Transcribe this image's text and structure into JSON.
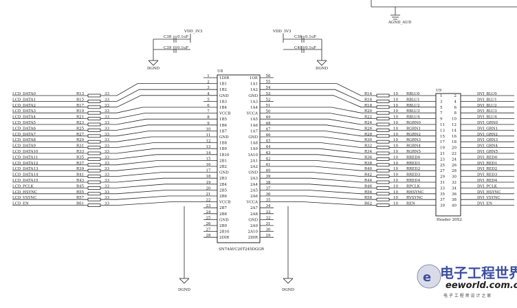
{
  "top_right": {
    "agnd_label": "AGND_AUD"
  },
  "caps": {
    "vdd_left": "VDD_3V3",
    "vdd_right": "VDD_3V3",
    "dgnd": "DGND",
    "c38": {
      "ref": "C38",
      "val": "0.1uF"
    },
    "c39": {
      "ref": "C39",
      "val": "0.1uF"
    },
    "c36": {
      "ref": "C36",
      "val": "0.1uF"
    },
    "c40": {
      "ref": "C40",
      "val": "0.1uF"
    }
  },
  "u8": {
    "ref": "U8",
    "part": "SN74AVC20T245DGGR",
    "left_pins": [
      {
        "num": "1",
        "name": "1DIR"
      },
      {
        "num": "2",
        "name": "1B1"
      },
      {
        "num": "3",
        "name": "1B2"
      },
      {
        "num": "4",
        "name": "GND"
      },
      {
        "num": "5",
        "name": "1B3"
      },
      {
        "num": "6",
        "name": "1B4"
      },
      {
        "num": "7",
        "name": "VCCB"
      },
      {
        "num": "8",
        "name": "1B5"
      },
      {
        "num": "9",
        "name": "1B6"
      },
      {
        "num": "10",
        "name": "1B7"
      },
      {
        "num": "11",
        "name": "GND"
      },
      {
        "num": "12",
        "name": "1B8"
      },
      {
        "num": "13",
        "name": "1B9"
      },
      {
        "num": "14",
        "name": "1B10"
      },
      {
        "num": "15",
        "name": "2B1"
      },
      {
        "num": "16",
        "name": "2B2"
      },
      {
        "num": "17",
        "name": "GND"
      },
      {
        "num": "18",
        "name": "2B3"
      },
      {
        "num": "19",
        "name": "2B4"
      },
      {
        "num": "20",
        "name": "2B5"
      },
      {
        "num": "21",
        "name": "2B6"
      },
      {
        "num": "22",
        "name": "VCCB"
      },
      {
        "num": "23",
        "name": "2B7"
      },
      {
        "num": "24",
        "name": "2B8"
      },
      {
        "num": "25",
        "name": "GND"
      },
      {
        "num": "26",
        "name": "2B9"
      },
      {
        "num": "27",
        "name": "2B10"
      },
      {
        "num": "28",
        "name": "2DIR"
      }
    ],
    "right_pins": [
      {
        "num": "56",
        "name": "1OE"
      },
      {
        "num": "55",
        "name": "1A1"
      },
      {
        "num": "54",
        "name": "1A2"
      },
      {
        "num": "53",
        "name": "GND"
      },
      {
        "num": "52",
        "name": "1A3"
      },
      {
        "num": "51",
        "name": "1A4"
      },
      {
        "num": "50",
        "name": "VCCA"
      },
      {
        "num": "49",
        "name": "1A5"
      },
      {
        "num": "48",
        "name": "1A6"
      },
      {
        "num": "47",
        "name": "1A7"
      },
      {
        "num": "46",
        "name": "GND"
      },
      {
        "num": "45",
        "name": "1A8"
      },
      {
        "num": "44",
        "name": "1A9"
      },
      {
        "num": "43",
        "name": "1A10"
      },
      {
        "num": "42",
        "name": "2A1"
      },
      {
        "num": "41",
        "name": "2A2"
      },
      {
        "num": "40",
        "name": "GND"
      },
      {
        "num": "39",
        "name": "2A3"
      },
      {
        "num": "38",
        "name": "2A4"
      },
      {
        "num": "37",
        "name": "2A5"
      },
      {
        "num": "36",
        "name": "2A6"
      },
      {
        "num": "35",
        "name": "VCCA"
      },
      {
        "num": "34",
        "name": "2A7"
      },
      {
        "num": "33",
        "name": "2A8"
      },
      {
        "num": "32",
        "name": "GND"
      },
      {
        "num": "31",
        "name": "2A9"
      },
      {
        "num": "30",
        "name": "2A10"
      },
      {
        "num": "29",
        "name": "2DIR"
      }
    ]
  },
  "left_nets": [
    {
      "net": "LCD_DATA0",
      "ref": "R13",
      "val": "33"
    },
    {
      "net": "LCD_DATA1",
      "ref": "R15",
      "val": "33"
    },
    {
      "net": "LCD_DATA2",
      "ref": "R17",
      "val": "33"
    },
    {
      "net": "LCD_DATA3",
      "ref": "R19",
      "val": "33"
    },
    {
      "net": "LCD_DATA4",
      "ref": "R21",
      "val": "33"
    },
    {
      "net": "LCD_DATA5",
      "ref": "R23",
      "val": "33"
    },
    {
      "net": "LCD_DATA6",
      "ref": "R25",
      "val": "33"
    },
    {
      "net": "LCD_DATA7",
      "ref": "R27",
      "val": "33"
    },
    {
      "net": "LCD_DATA8",
      "ref": "R29",
      "val": "33"
    },
    {
      "net": "LCD_DATA9",
      "ref": "R31",
      "val": "33"
    },
    {
      "net": "LCD_DATA10",
      "ref": "R33",
      "val": "33"
    },
    {
      "net": "LCD_DATA11",
      "ref": "R35",
      "val": "33"
    },
    {
      "net": "LCD_DATA12",
      "ref": "R37",
      "val": "33"
    },
    {
      "net": "LCD_DATA13",
      "ref": "R39",
      "val": "33"
    },
    {
      "net": "LCD_DATA14",
      "ref": "R41",
      "val": "33"
    },
    {
      "net": "LCD_DATA15",
      "ref": "R43",
      "val": "33"
    },
    {
      "net": "LCD_PCLK",
      "ref": "R45",
      "val": "33"
    },
    {
      "net": "LCD_HSYNC",
      "ref": "R55",
      "val": "33"
    },
    {
      "net": "LCD_VSYNC",
      "ref": "R57",
      "val": "33"
    },
    {
      "net": "LCD_EN",
      "ref": "R61",
      "val": "33"
    }
  ],
  "right_nets": [
    {
      "ref": "R14",
      "val": "10",
      "sig": "RBLU0",
      "pins": [
        "1",
        "2"
      ],
      "net": "DVI_BLU0"
    },
    {
      "ref": "R16",
      "val": "10",
      "sig": "RBLU1",
      "pins": [
        "3",
        "4"
      ],
      "net": "DVI_BLU1"
    },
    {
      "ref": "R18",
      "val": "10",
      "sig": "RBLU2",
      "pins": [
        "5",
        "6"
      ],
      "net": "DVI_BLU2"
    },
    {
      "ref": "R20",
      "val": "10",
      "sig": "RBLU3",
      "pins": [
        "7",
        "8"
      ],
      "net": "DVI_BLU3"
    },
    {
      "ref": "R22",
      "val": "10",
      "sig": "RBLU4",
      "pins": [
        "9",
        "10"
      ],
      "net": "DVI_BLU4"
    },
    {
      "ref": "R24",
      "val": "10",
      "sig": "RGRN0",
      "pins": [
        "11",
        "12"
      ],
      "net": "DVI_GRN0"
    },
    {
      "ref": "R26",
      "val": "10",
      "sig": "RGRN1",
      "pins": [
        "13",
        "14"
      ],
      "net": "DVI_GRN1"
    },
    {
      "ref": "R28",
      "val": "10",
      "sig": "RGRN2",
      "pins": [
        "15",
        "16"
      ],
      "net": "DVI_GRN2"
    },
    {
      "ref": "R30",
      "val": "10",
      "sig": "RGRN3",
      "pins": [
        "17",
        "18"
      ],
      "net": "DVI_GRN3"
    },
    {
      "ref": "R32",
      "val": "10",
      "sig": "RGRN4",
      "pins": [
        "19",
        "20"
      ],
      "net": "DVI_GRN4"
    },
    {
      "ref": "R34",
      "val": "10",
      "sig": "RGRN5",
      "pins": [
        "21",
        "22"
      ],
      "net": "DVI_GRN5"
    },
    {
      "ref": "R36",
      "val": "10",
      "sig": "RRED0",
      "pins": [
        "23",
        "24"
      ],
      "net": "DVI_RED0"
    },
    {
      "ref": "R38",
      "val": "10",
      "sig": "RRED1",
      "pins": [
        "25",
        "26"
      ],
      "net": "DVI_RED1"
    },
    {
      "ref": "R40",
      "val": "10",
      "sig": "RRED2",
      "pins": [
        "27",
        "28"
      ],
      "net": "DVI_RED2"
    },
    {
      "ref": "R42",
      "val": "10",
      "sig": "RRED3",
      "pins": [
        "29",
        "30"
      ],
      "net": "DVI_RED3"
    },
    {
      "ref": "R44",
      "val": "10",
      "sig": "RRED4",
      "pins": [
        "31",
        "32"
      ],
      "net": "DVI_RED4"
    },
    {
      "ref": "R46",
      "val": "10",
      "sig": "RPCLK",
      "pins": [
        "33",
        "34"
      ],
      "net": "DVI_PCLK"
    },
    {
      "ref": "R56",
      "val": "10",
      "sig": "RHSYNC",
      "pins": [
        "35",
        "36"
      ],
      "net": "DVI_HSYNC"
    },
    {
      "ref": "R58",
      "val": "10",
      "sig": "RVSYNC",
      "pins": [
        "37",
        "38"
      ],
      "net": "DVI_VSYNC"
    },
    {
      "ref": "R62",
      "val": "10",
      "sig": "REN",
      "pins": [
        "39",
        "40"
      ],
      "net": "DVI_EN"
    }
  ],
  "u9": {
    "ref": "U9",
    "part": "Header 20X2"
  },
  "bottom": {
    "dgnd_left": "DGND",
    "dgnd_right": "DGND"
  },
  "watermark": {
    "line1": "电子工程世界",
    "line2": "eeworld.com.cn",
    "line3": "电 子 工 程 师 设 计 之 家"
  }
}
